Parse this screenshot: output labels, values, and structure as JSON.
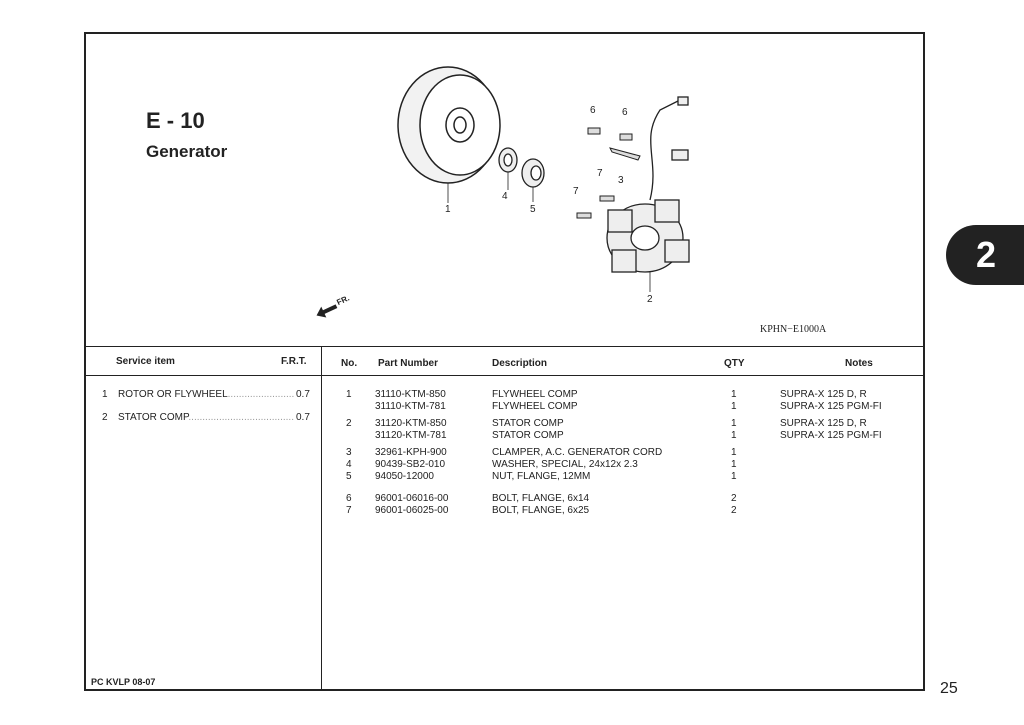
{
  "section": {
    "code": "E - 10",
    "name": "Generator",
    "tab_number": "2"
  },
  "diagram": {
    "ref_code": "KPHN−E1000A",
    "front_label": "FR.",
    "callouts": [
      "1",
      "2",
      "3",
      "4",
      "5",
      "6",
      "6",
      "7",
      "7"
    ]
  },
  "service": {
    "headers": {
      "item": "Service item",
      "frt": "F.R.T."
    },
    "items": [
      {
        "no": "1",
        "name": "ROTOR OR FLYWHEEL",
        "frt": "0.7"
      },
      {
        "no": "2",
        "name": "STATOR COMP",
        "frt": "0.7"
      }
    ]
  },
  "parts": {
    "headers": {
      "no": "No.",
      "part": "Part Number",
      "desc": "Description",
      "qty": "QTY",
      "notes": "Notes"
    },
    "rows": [
      {
        "no": "1",
        "part": "31110-KTM-850",
        "desc": "FLYWHEEL COMP",
        "qty": "1",
        "notes": "SUPRA-X 125 D, R"
      },
      {
        "no": "",
        "part": "31110-KTM-781",
        "desc": "FLYWHEEL COMP",
        "qty": "1",
        "notes": "SUPRA-X 125 PGM-FI"
      },
      {
        "no": "2",
        "part": "31120-KTM-850",
        "desc": "STATOR COMP",
        "qty": "1",
        "notes": "SUPRA-X 125 D, R"
      },
      {
        "no": "",
        "part": "31120-KTM-781",
        "desc": "STATOR COMP",
        "qty": "1",
        "notes": "SUPRA-X 125 PGM-FI"
      },
      {
        "no": "3",
        "part": "32961-KPH-900",
        "desc": "CLAMPER, A.C. GENERATOR CORD",
        "qty": "1",
        "notes": ""
      },
      {
        "no": "4",
        "part": "90439-SB2-010",
        "desc": "WASHER, SPECIAL, 24x12x 2.3",
        "qty": "1",
        "notes": ""
      },
      {
        "no": "5",
        "part": "94050-12000",
        "desc": "NUT, FLANGE, 12MM",
        "qty": "1",
        "notes": ""
      },
      {
        "no": "6",
        "part": "96001-06016-00",
        "desc": "BOLT, FLANGE, 6x14",
        "qty": "2",
        "notes": ""
      },
      {
        "no": "7",
        "part": "96001-06025-00",
        "desc": "BOLT, FLANGE, 6x25",
        "qty": "2",
        "notes": ""
      }
    ]
  },
  "footer": "PC KVLP 08-07",
  "page_number": "25"
}
